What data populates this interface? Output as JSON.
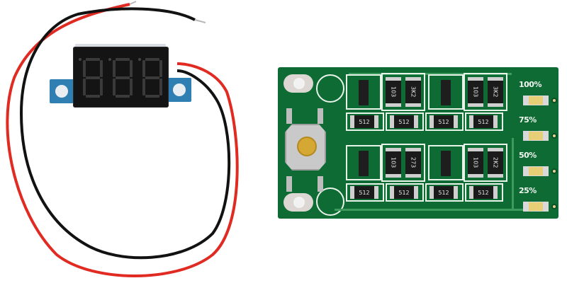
{
  "scene": {
    "description": "Product photo: mini 3-digit LED voltmeter with red/black leads, and green battery level indicator PCB",
    "background_color": "#ffffff"
  },
  "voltmeter": {
    "digits": [
      "8",
      "8",
      "8"
    ],
    "display_color": "#141414",
    "segment_color": "#3a3a3a",
    "bracket_color": "#2f7fb3",
    "wire_colors": {
      "positive": "#e02a22",
      "negative": "#111111"
    }
  },
  "pcb": {
    "board_color": "#0e6b34",
    "led_labels": [
      "100%",
      "75%",
      "50%",
      "25%"
    ],
    "led_color": "#e7cf78",
    "resistor_rows": [
      {
        "top": [
          "103",
          "3K2"
        ],
        "top_b": [
          "103",
          "3K2"
        ],
        "bottom": [
          "512",
          "512",
          "512",
          "512"
        ]
      },
      {
        "top": [
          "103",
          "273"
        ],
        "top_b": [
          "103",
          "2K2"
        ],
        "bottom": [
          "512",
          "512",
          "512",
          "512"
        ]
      }
    ],
    "button": "tactile-switch"
  }
}
